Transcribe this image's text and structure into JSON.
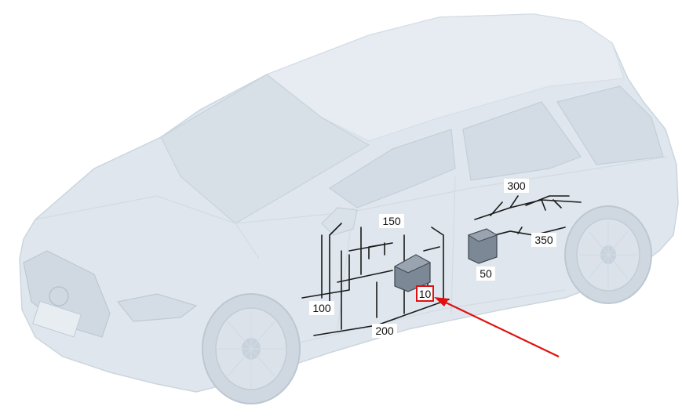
{
  "diagram": {
    "labels": {
      "harness_100": "100",
      "module_10": "10",
      "harness_150": "150",
      "harness_200": "200",
      "harness_300": "300",
      "harness_350": "350",
      "module_50": "50"
    },
    "colors": {
      "car_body": "#dfe6ed",
      "car_shadow": "#c7d1db",
      "harness": "#1a1a1a",
      "highlight": "#e01010",
      "arrow": "#e01010"
    }
  }
}
